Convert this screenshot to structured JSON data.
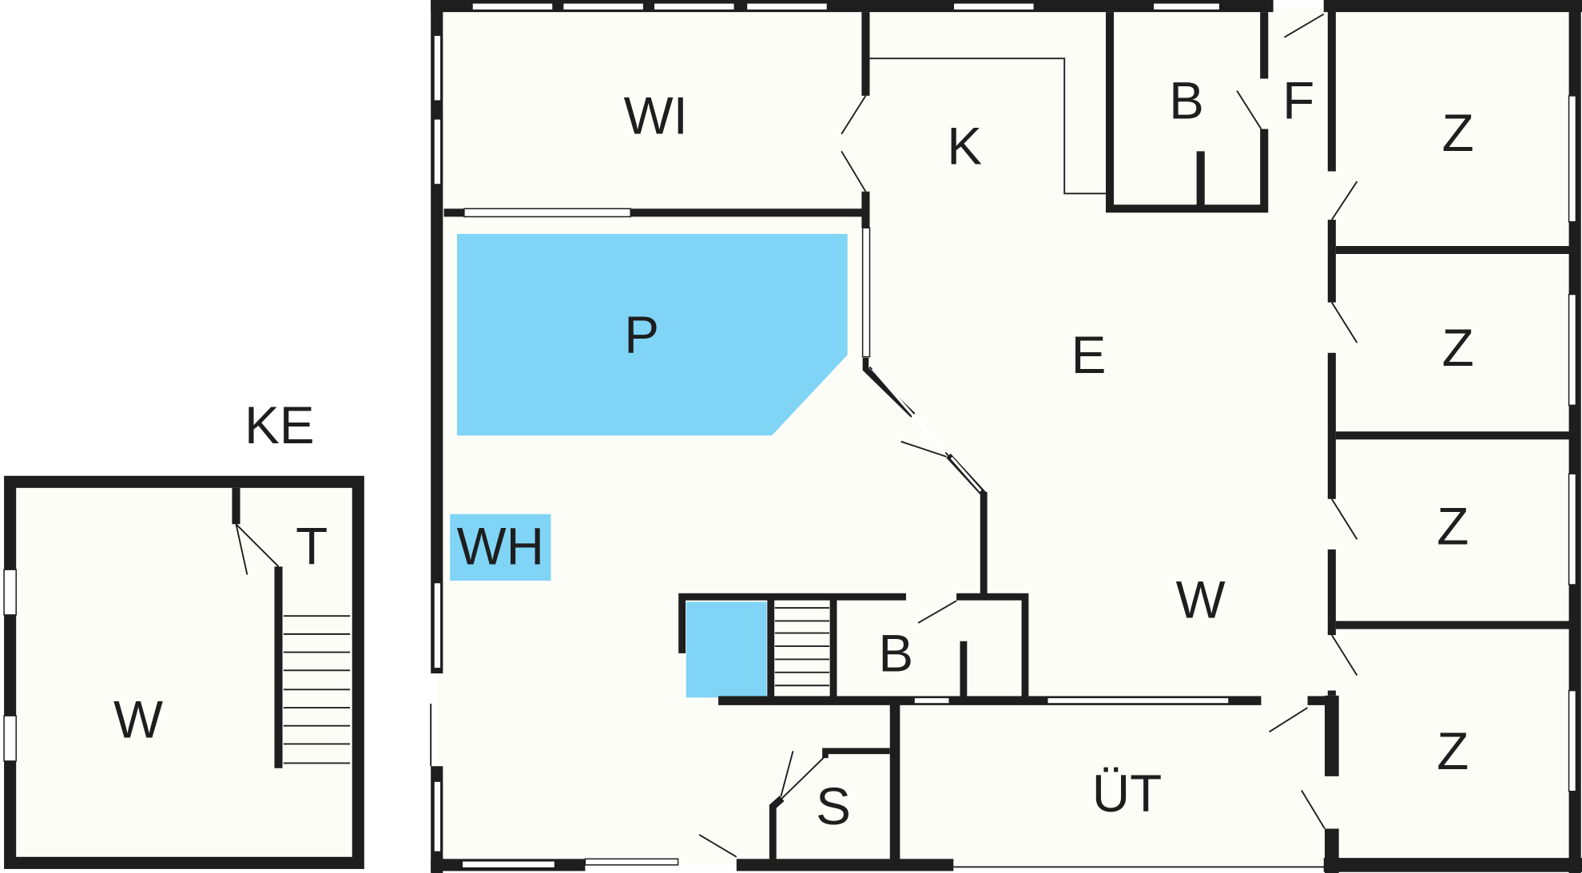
{
  "colors": {
    "floor": "#fdfdf8",
    "wall": "#1e1e1e",
    "water": "#80d4f6"
  },
  "outbuilding": {
    "title": "KE",
    "rooms": {
      "main": "W",
      "side": "T"
    }
  },
  "house": {
    "rooms": {
      "wi": "WI",
      "k": "K",
      "b_top": "B",
      "f": "F",
      "z1": "Z",
      "z2": "Z",
      "z3": "Z",
      "z4": "Z",
      "p": "P",
      "e": "E",
      "wh": "WH",
      "w": "W",
      "b_mid": "B",
      "s": "S",
      "ut": "ÜT"
    }
  }
}
